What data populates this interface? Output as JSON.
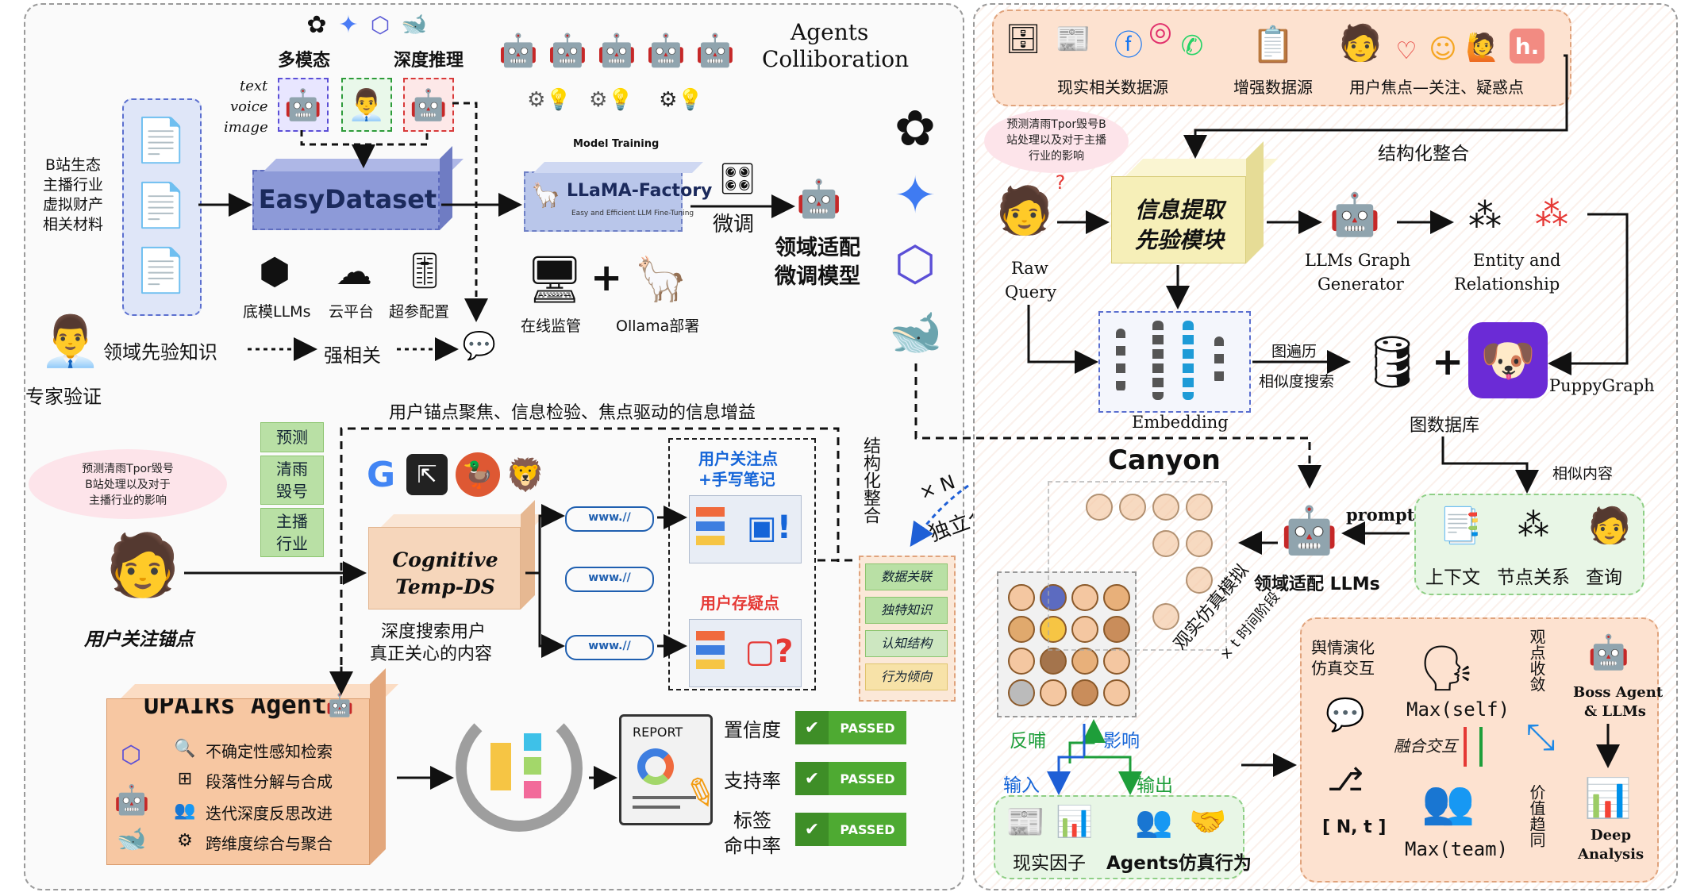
{
  "left": {
    "top_section": {
      "multimodal": "多模态",
      "deep_reasoning": "深度推理",
      "modality_text": "text",
      "modality_voice": "voice",
      "modality_image": "image",
      "agents_collab_line1": "Agents",
      "agents_collab_line2": "Colliboration",
      "bilibili_materials": [
        "B站生态",
        "主播行业",
        "虚拟财产",
        "相关材料"
      ],
      "easydataset": "EasyDataset",
      "model_training": "Model Training",
      "llama_factory": "LLaMA-Factory",
      "llama_sub": "Easy and Efficient LLM Fine-Tuning",
      "finetune": "微调",
      "domain_model_line1": "领域适配",
      "domain_model_line2": "微调模型",
      "base_llms": "底模LLMs",
      "cloud_platform": "云平台",
      "hyperparams": "超参配置",
      "online_monitor": "在线监管",
      "ollama": "Ollama部署",
      "plus": "+",
      "domain_prior": "领域先验知识",
      "strong_related": "强相关",
      "expert_verify": "专家验证"
    },
    "bottom_section": {
      "header": "用户锚点聚焦、信息检验、焦点驱动的信息增益",
      "query_cloud": [
        "预测清雨Tpor毁号",
        "B站处理以及对于",
        "主播行业的影响"
      ],
      "chips": [
        "预测",
        "清雨\n毁号",
        "主播\n行业"
      ],
      "user_anchor": "用户关注锚点",
      "cognitive_line1": "Cognitive",
      "cognitive_line2": "Temp-DS",
      "deep_search_line1": "深度搜索用户",
      "deep_search_line2": "真正关心的内容",
      "focus_line1": "用户关注点",
      "focus_line2": "+手写笔记",
      "doubt": "用户存疑点",
      "structured_vertical": "结构化整合",
      "upairs_agent": "UPAIRs Agent",
      "upairs_items": [
        "不确定性感知检索",
        "段落性分解与合成",
        "迭代深度反思改进",
        "跨维度综合与聚合"
      ],
      "report": "REPORT",
      "metrics": [
        {
          "label": "置信度",
          "status": "PASSED"
        },
        {
          "label": "支持率",
          "status": "PASSED"
        },
        {
          "label_line1": "标签",
          "label_line2": "命中率",
          "status": "PASSED"
        }
      ],
      "knowledge_tags": [
        "数据关联",
        "独特知识",
        "认知结构",
        "行为倾向"
      ],
      "times_n": "× N",
      "independent": "独立个体"
    }
  },
  "right": {
    "sources": [
      "现实相关数据源",
      "增强数据源",
      "用户焦点—关注、疑惑点"
    ],
    "structured_integration": "结构化整合",
    "query_cloud": [
      "预测清雨Tpor毁号B",
      "站处理以及对于主播",
      "行业的影响"
    ],
    "raw_query_line1": "Raw",
    "raw_query_line2": "Query",
    "info_extract_line1": "信息提取",
    "info_extract_line2": "先验模块",
    "llm_graph_line1": "LLMs Graph",
    "llm_graph_line2": "Generator",
    "entity_line1": "Entity and",
    "entity_line2": "Relationship",
    "embedding": "Embedding",
    "graph_traverse": "图遍历",
    "similarity_search": "相似度搜索",
    "graph_db": "图数据库",
    "puppygraph": "PuppyGraph",
    "similar_content": "相似内容",
    "canyon": "Canyon",
    "prompt": "prompt",
    "domain_llms": "领域适配 LLMs",
    "context_items": [
      "上下文",
      "节点关系",
      "查询"
    ],
    "simulation": "观实仿真模拟",
    "times_t": "× t 时间阶段",
    "feedback": "反哺",
    "influence": "影响",
    "input": "输入",
    "output": "输出",
    "reality_factor": "现实因子",
    "agent_behavior": "Agents仿真行为",
    "opinion_sim_line1": "舆情演化",
    "opinion_sim_line2": "仿真交互",
    "max_self": "Max(self)",
    "fusion": "融合交互",
    "max_team": "Max(team)",
    "n_t": "[ N, t ]",
    "view_converge": "观点收敛",
    "value_orient": "价值趋同",
    "boss_agent_line1": "Boss Agent",
    "boss_agent_line2": "& LLMs",
    "deep_analysis_line1": "Deep",
    "deep_analysis_line2": "Analysis"
  },
  "colors": {
    "cube_blue": "#8d9ad8",
    "cube_peach": "#f7c7a2",
    "cube_yellow": "#f6efb8",
    "passed_green": "#4eaa32",
    "focus_blue": "#1565d8",
    "doubt_red": "#e53935"
  }
}
